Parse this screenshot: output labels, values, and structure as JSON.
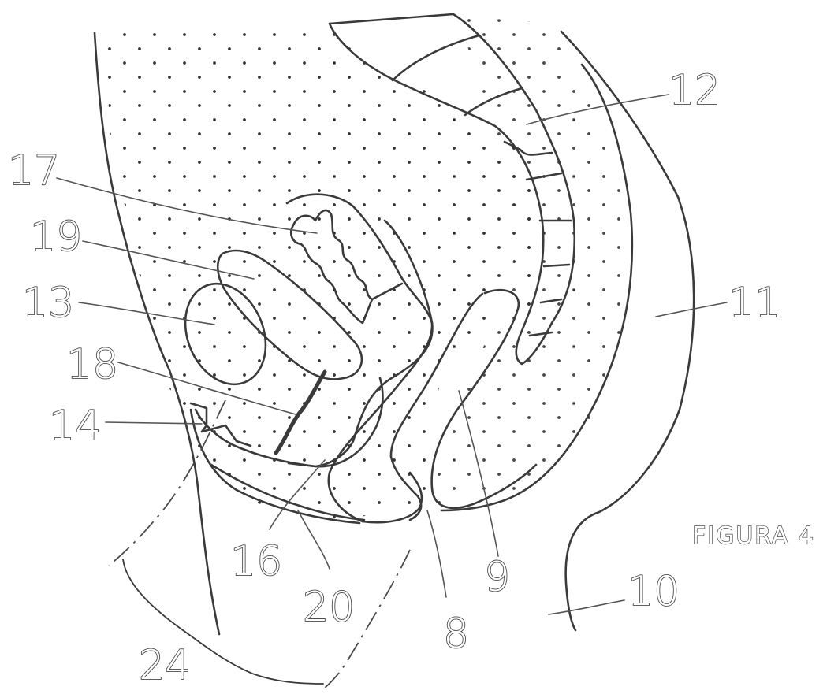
{
  "figure": {
    "caption": "FIGURA 4",
    "labels": {
      "l8": "8",
      "l9": "9",
      "l10": "10",
      "l11": "11",
      "l12": "12",
      "l13": "13",
      "l14": "14",
      "l16": "16",
      "l17": "17",
      "l18": "18",
      "l19": "19",
      "l20": "20",
      "l24": "24"
    }
  }
}
